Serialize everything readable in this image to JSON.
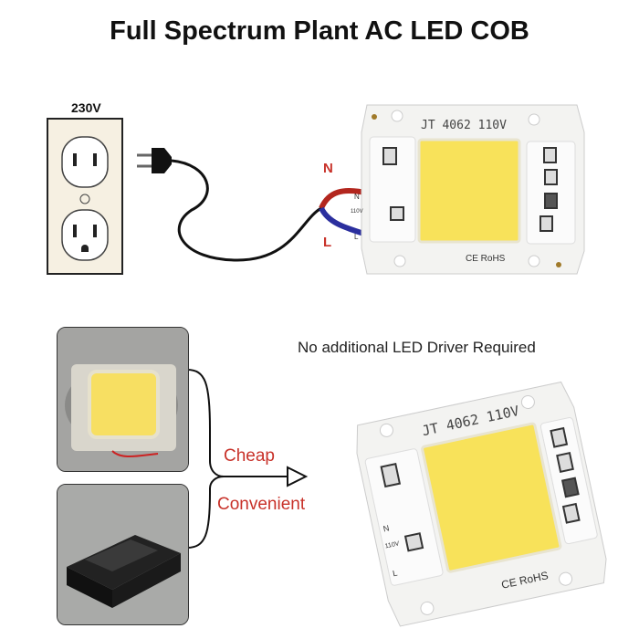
{
  "title": "Full Spectrum Plant AC LED COB",
  "outlet": {
    "voltage_label": "230V"
  },
  "wires": {
    "neutral_label": "N",
    "live_label": "L"
  },
  "chip": {
    "model_text": "JT 4062 110V",
    "cert_text": "CE RoHS",
    "pad_n": "N",
    "pad_l": "L",
    "pad_voltage": "110V",
    "led_color": "#f8e25a"
  },
  "note": "No additional LED Driver Required",
  "benefits": [
    "Cheap",
    "Convenient"
  ],
  "colors": {
    "accent": "#c8322a",
    "wire_red": "#b3261e",
    "wire_blue": "#2b2f9e"
  }
}
